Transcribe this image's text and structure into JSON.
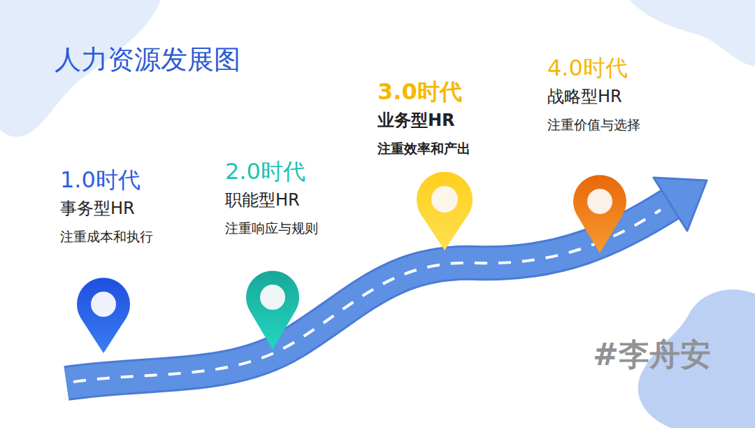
{
  "diagram": {
    "title": "人力资源发展图",
    "nodes": [
      {
        "text": [
          "1.0时代",
          "事务型HR",
          "注重成本和执行"
        ]
      },
      {
        "text": [
          "2.0时代",
          "职能型HR",
          "注重响应与规则"
        ]
      },
      {
        "text": [
          "3.0时代",
          "业务型HR",
          "注重效率和产出"
        ]
      },
      {
        "text": [
          "4.0时代",
          "战略型HR",
          "注重价值与选择"
        ]
      }
    ],
    "labels": [
      "#李舟安"
    ]
  }
}
